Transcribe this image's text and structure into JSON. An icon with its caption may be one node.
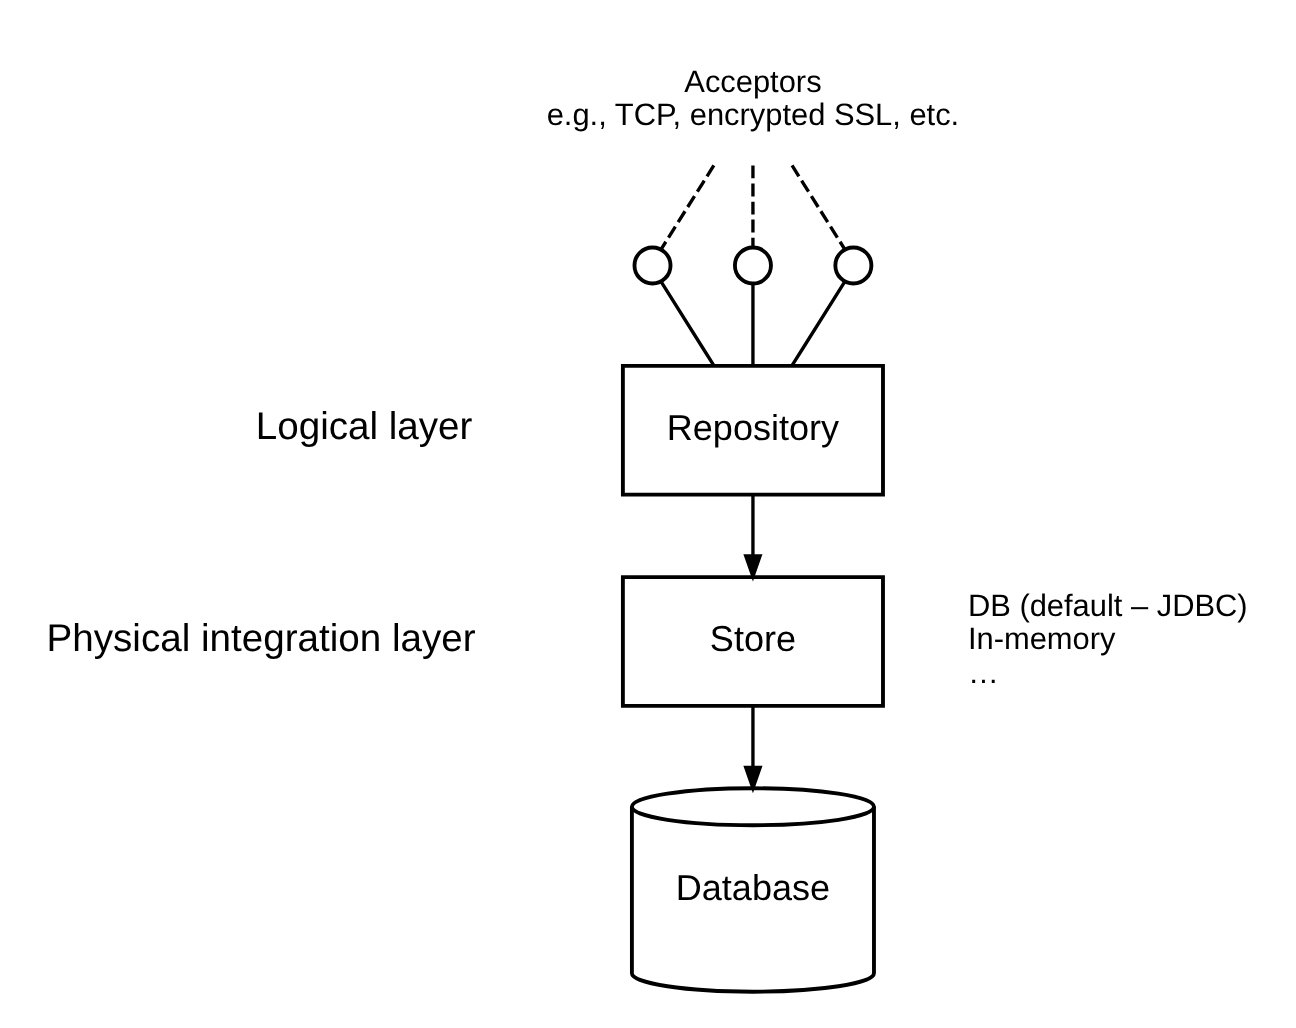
{
  "diagram": {
    "nodes": [
      {
        "text": [
          "Acceptors",
          "e.g., TCP, encrypted SSL, etc."
        ]
      },
      {
        "text": [],
        "shape": "circle"
      },
      {
        "text": [],
        "shape": "circle"
      },
      {
        "text": [],
        "shape": "circle"
      },
      {
        "text": [
          "Repository"
        ]
      },
      {
        "text": [
          "Store"
        ],
        "beside": [
          "DB (default – JDBC)",
          "In-memory",
          "…"
        ]
      },
      {
        "text": [
          "Database"
        ]
      }
    ],
    "edges": [
      {
        "from": 0,
        "to": 1,
        "arrow": "none",
        "style": "dashed"
      },
      {
        "from": 0,
        "to": 2,
        "arrow": "none",
        "style": "dashed"
      },
      {
        "from": 0,
        "to": 3,
        "arrow": "none",
        "style": "dashed"
      },
      {
        "from": 1,
        "to": 4,
        "arrow": "none"
      },
      {
        "from": 2,
        "to": 4,
        "arrow": "none"
      },
      {
        "from": 3,
        "to": 4,
        "arrow": "none"
      },
      {
        "from": 4,
        "to": 5,
        "arrow": "to"
      },
      {
        "from": 5,
        "to": 6,
        "arrow": "to"
      }
    ],
    "labels": [
      "Logical layer",
      "Physical integration layer"
    ]
  }
}
